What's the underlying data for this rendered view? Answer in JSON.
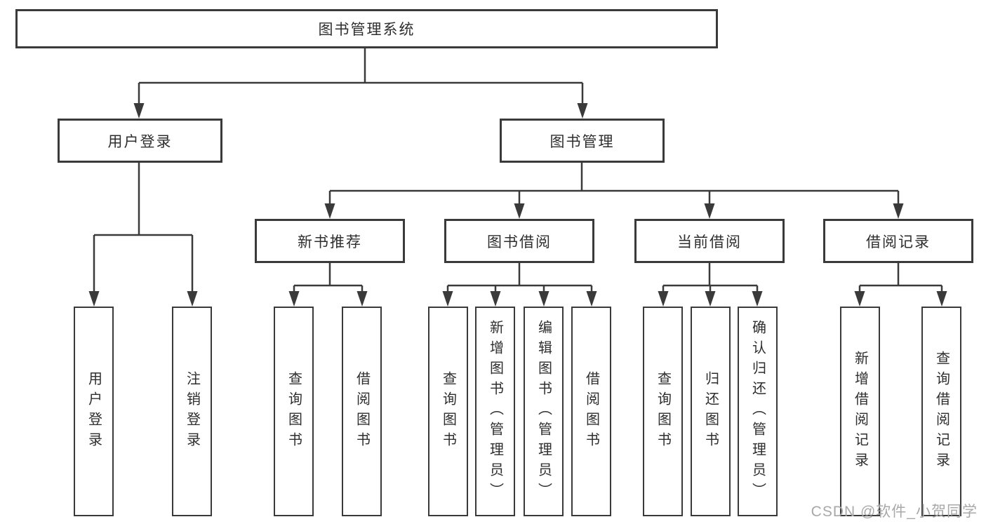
{
  "colors": {
    "line": "#3a3a3a",
    "box_fill": "#ffffff",
    "text": "#2e2e2e",
    "watermark": "#a8a8a8",
    "background": "#ffffff"
  },
  "watermark": {
    "text": "CSDN @软件_小贺同学"
  },
  "tree": {
    "label": "图书管理系统",
    "children": [
      {
        "label": "用户登录",
        "children": [
          {
            "label": "用户登录"
          },
          {
            "label": "注销登录"
          }
        ]
      },
      {
        "label": "图书管理",
        "children": [
          {
            "label": "新书推荐",
            "children": [
              {
                "label": "查询图书"
              },
              {
                "label": "借阅图书"
              }
            ]
          },
          {
            "label": "图书借阅",
            "children": [
              {
                "label": "查询图书"
              },
              {
                "label": "新增图书（管理员）"
              },
              {
                "label": "编辑图书（管理员）"
              },
              {
                "label": "借阅图书"
              }
            ]
          },
          {
            "label": "当前借阅",
            "children": [
              {
                "label": "查询图书"
              },
              {
                "label": "归还图书"
              },
              {
                "label": "确认归还（管理员）"
              }
            ]
          },
          {
            "label": "借阅记录",
            "children": [
              {
                "label": "新增借阅记录"
              },
              {
                "label": "查询借阅记录"
              }
            ]
          }
        ]
      }
    ]
  }
}
